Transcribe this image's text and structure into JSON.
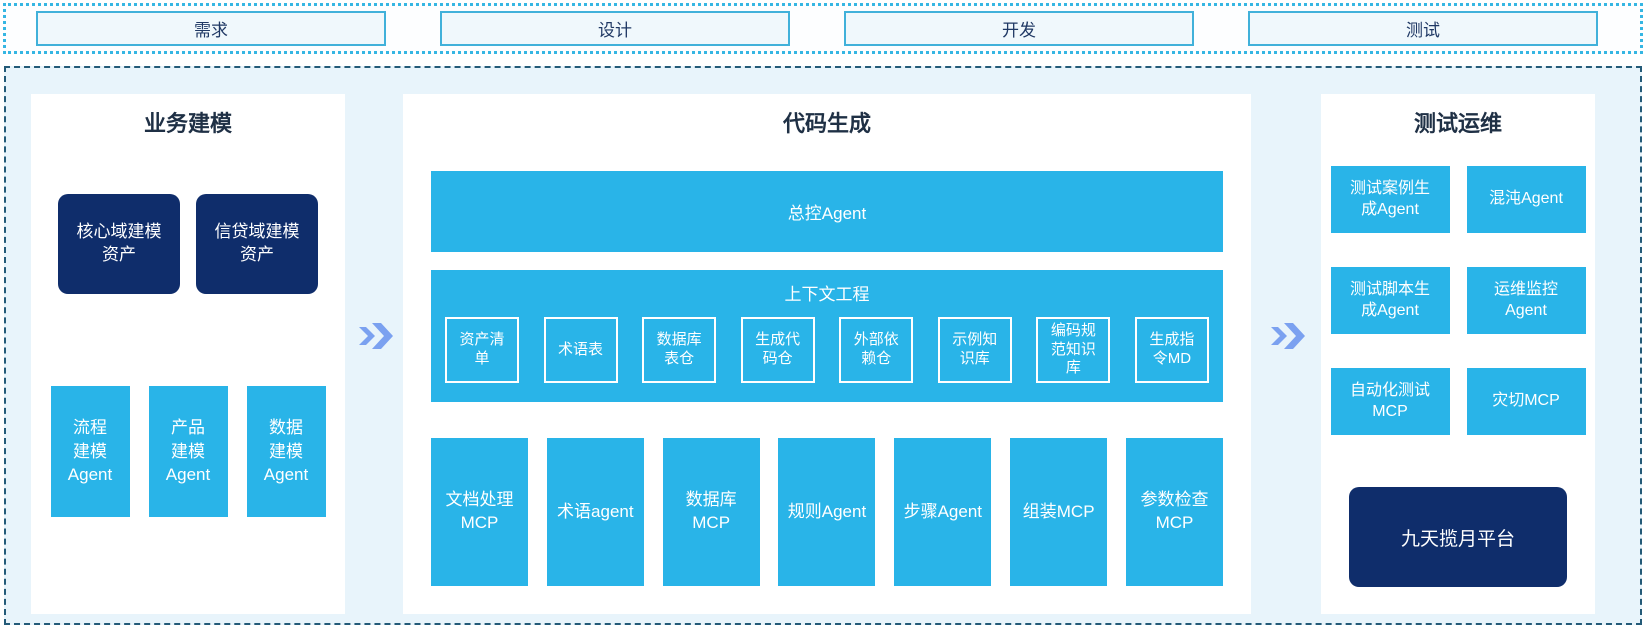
{
  "phases": [
    "需求",
    "设计",
    "开发",
    "测试"
  ],
  "sections": {
    "business_modeling": {
      "title": "业务建模",
      "assets": [
        "核心域建模\n资产",
        "信贷域建模\n资产"
      ],
      "agents": [
        "流程\n建模\nAgent",
        "产品\n建模\nAgent",
        "数据\n建模\nAgent"
      ]
    },
    "code_generation": {
      "title": "代码生成",
      "master_agent": "总控Agent",
      "context_engineering": {
        "title": "上下文工程",
        "items": [
          "资产清\n单",
          "术语表",
          "数据库\n表仓",
          "生成代\n码仓",
          "外部依\n赖仓",
          "示例知\n识库",
          "编码规\n范知识\n库",
          "生成指\n令MD"
        ]
      },
      "tools": [
        "文档处理\nMCP",
        "术语agent",
        "数据库\nMCP",
        "规则Agent",
        "步骤Agent",
        "组装MCP",
        "参数检查\nMCP"
      ]
    },
    "test_ops": {
      "title": "测试运维",
      "cells": [
        "测试案例生\n成Agent",
        "混沌Agent",
        "测试脚本生\n成Agent",
        "运维监控\nAgent",
        "自动化测试\nMCP",
        "灾切MCP"
      ],
      "platform": "九天揽月平台"
    }
  },
  "icons": {
    "flow_arrow": "double-chevron-right"
  },
  "colors": {
    "cyan_box": "#29b4e8",
    "navy_box": "#0f2d6b",
    "chevron_blue": "#7ba1f0",
    "container_bg": "#e8f4fb",
    "container_border": "#235a78",
    "strip_border": "#35b6e3",
    "phase_box_border": "#41b1da",
    "phase_box_bg": "#f0f8fc",
    "dark_text": "#1f3864",
    "box_text": "#ffffff"
  }
}
